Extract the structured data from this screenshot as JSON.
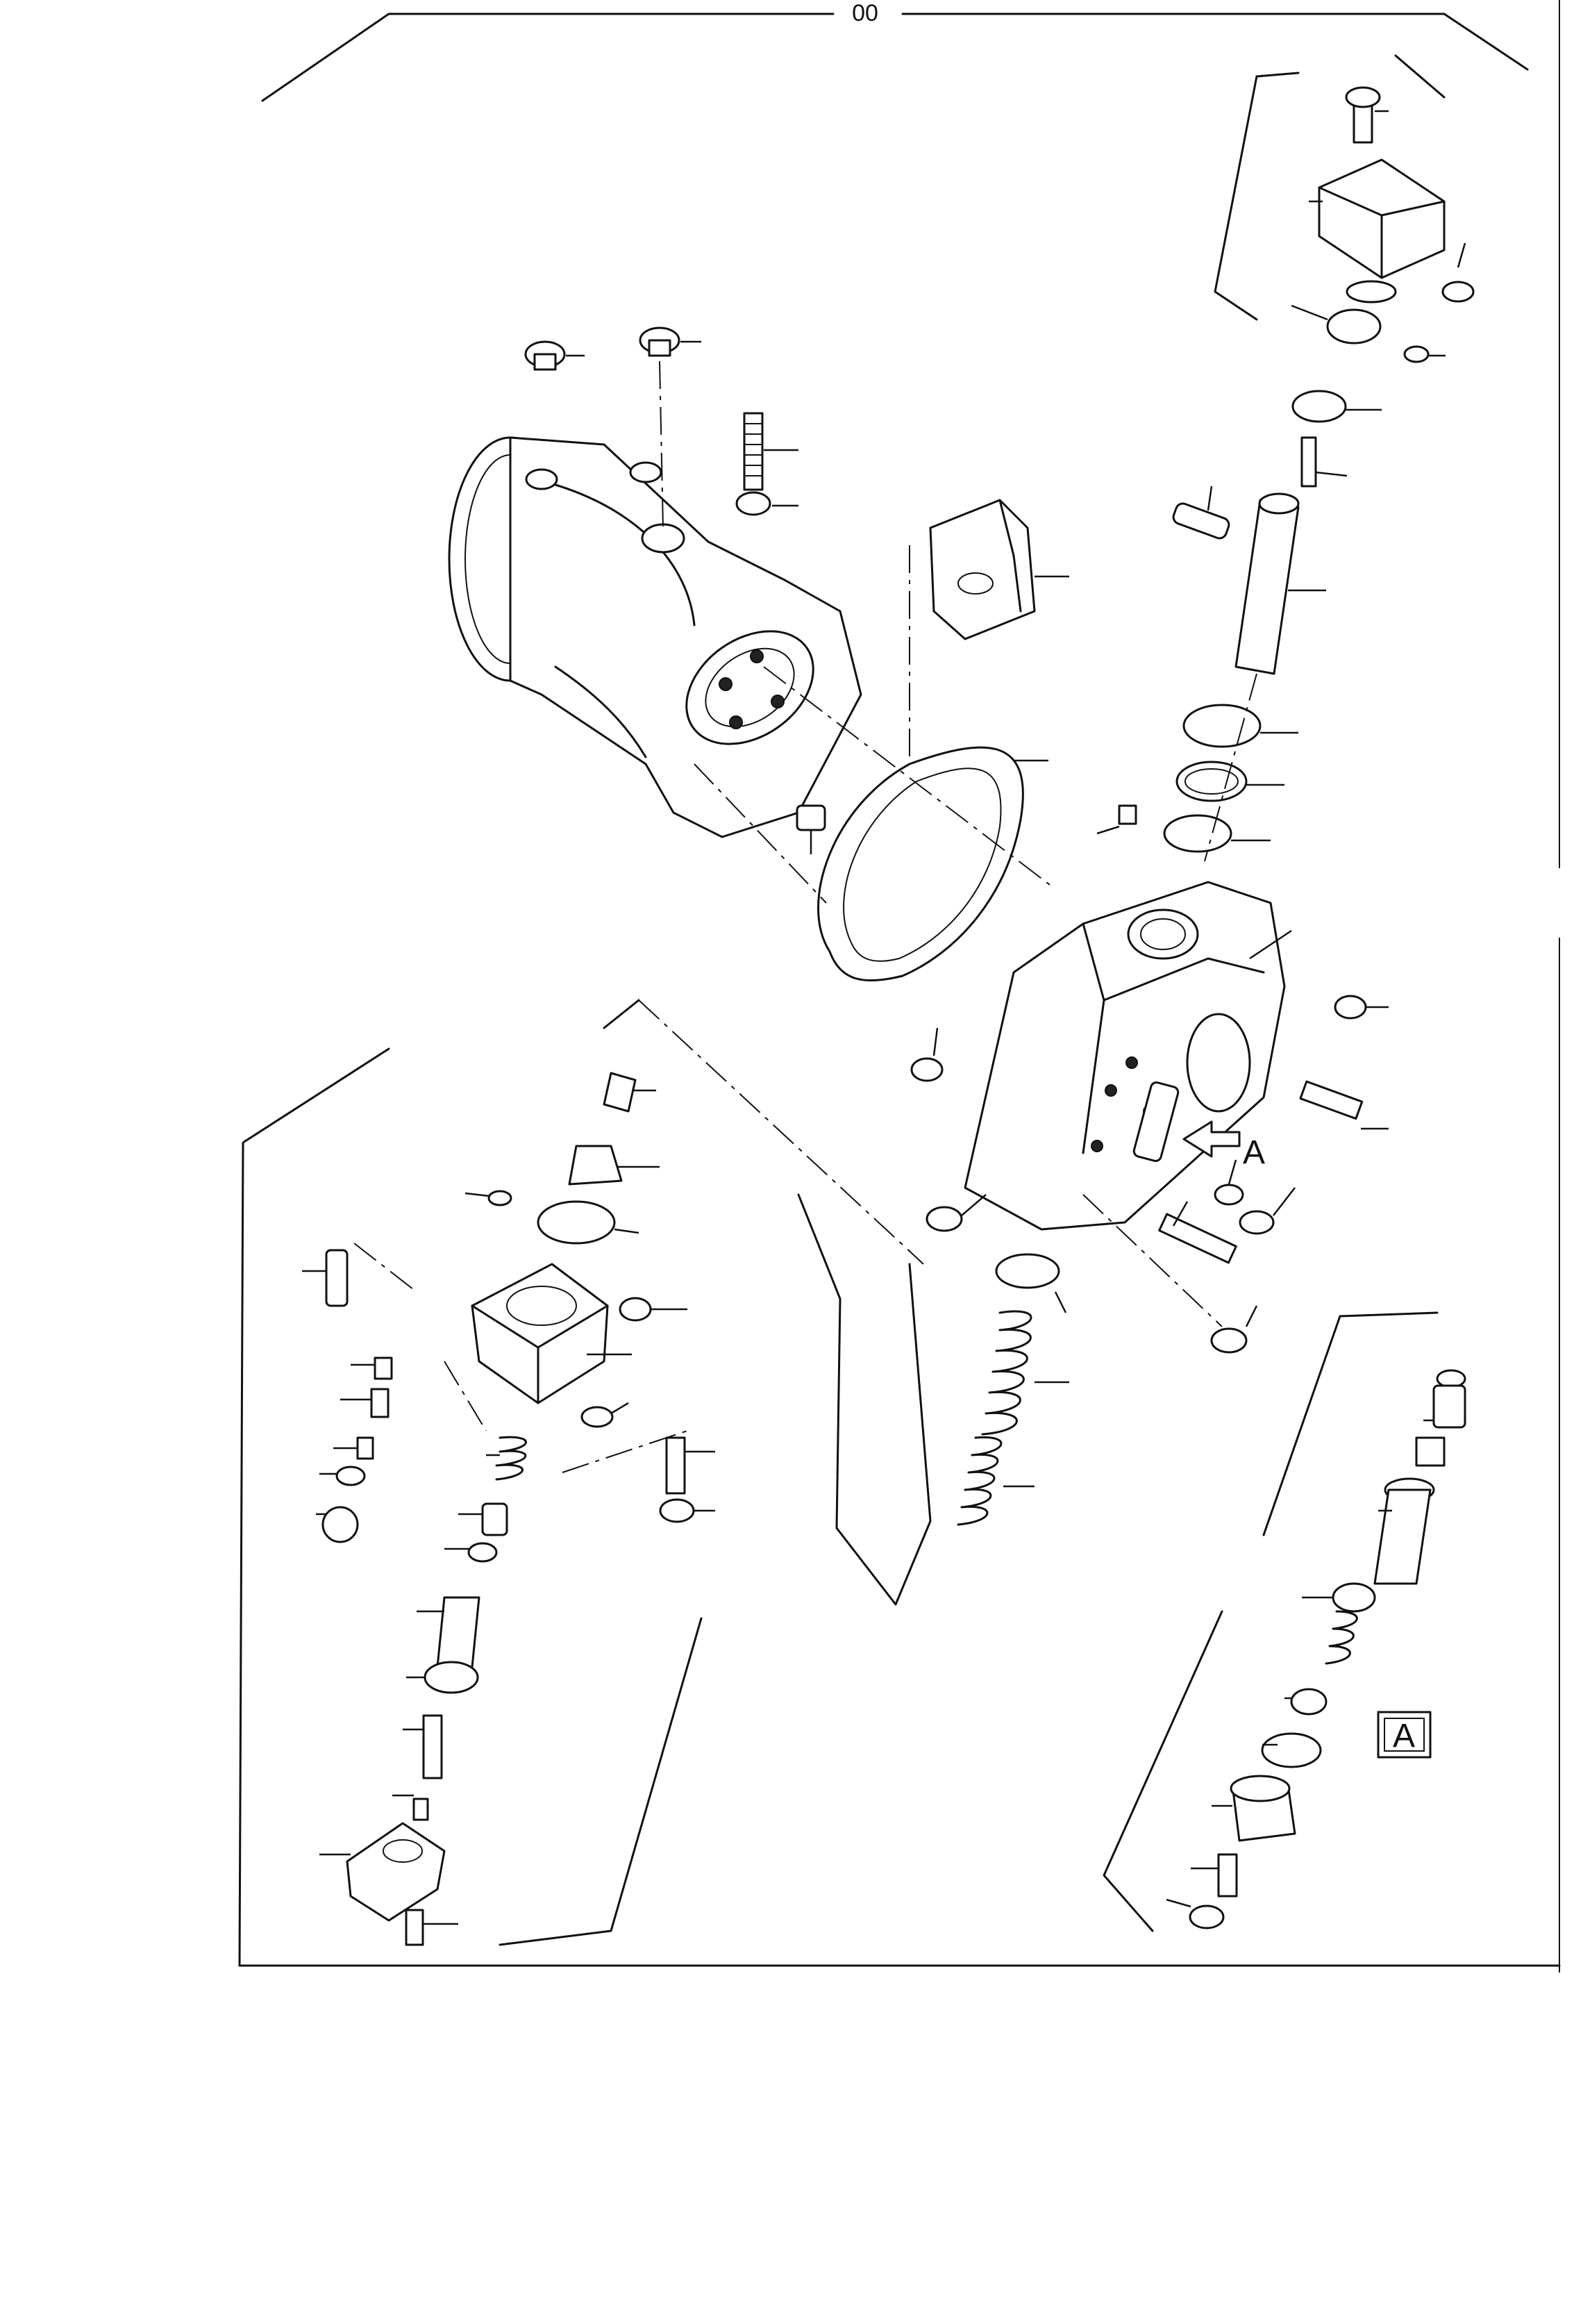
{
  "page_number": "00",
  "detail_view_label": "A",
  "arrow_callout_label": "A"
}
